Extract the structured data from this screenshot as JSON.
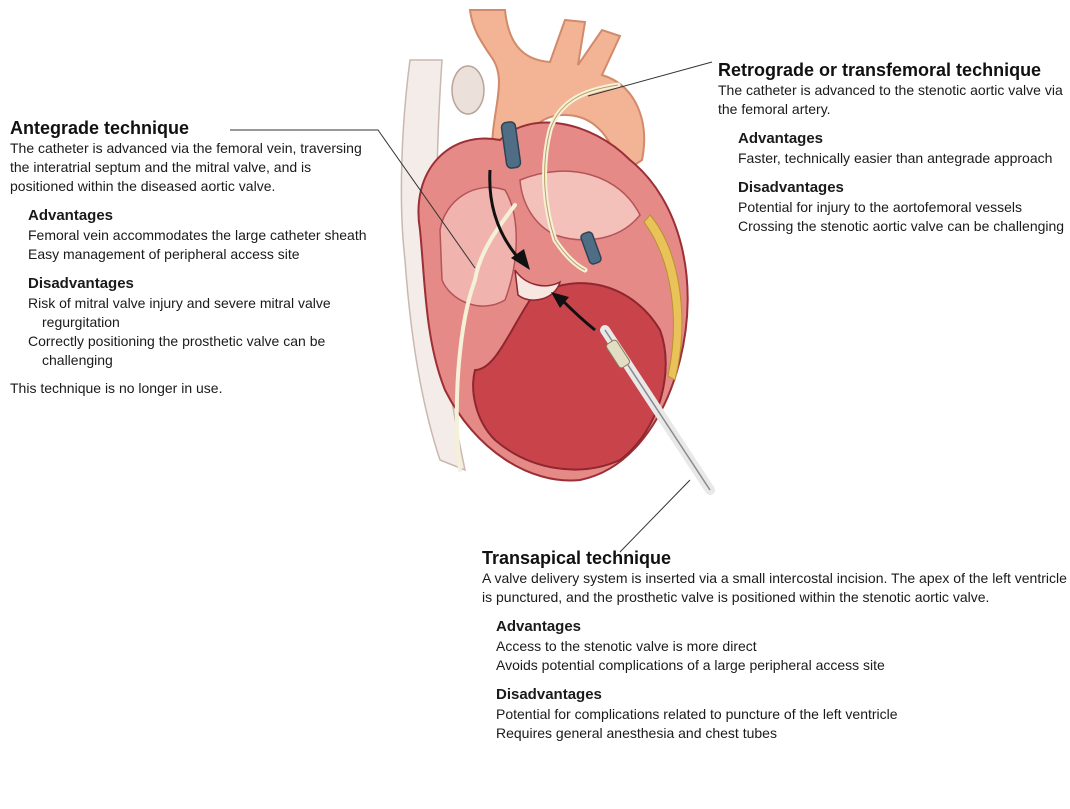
{
  "antegrade": {
    "title": "Antegrade technique",
    "intro": "The catheter is advanced via the femoral vein, traversing the interatrial septum and the mitral valve, and is positioned within the diseased aortic valve.",
    "advantages_heading": "Advantages",
    "advantages": [
      "Femoral vein accommodates the large catheter sheath",
      "Easy management of peripheral access site"
    ],
    "disadvantages_heading": "Disadvantages",
    "disadvantages": [
      "Risk of mitral valve injury and severe mitral valve regurgitation",
      "Correctly positioning the prosthetic valve can be challenging"
    ],
    "note": "This technique is no longer in use."
  },
  "retrograde": {
    "title": "Retrograde or transfemoral technique",
    "intro": "The catheter is advanced to the stenotic aortic valve via the femoral artery.",
    "advantages_heading": "Advantages",
    "advantages": [
      "Faster, technically easier than antegrade approach"
    ],
    "disadvantages_heading": "Disadvantages",
    "disadvantages": [
      "Potential for injury to the aortofemoral vessels",
      "Crossing the stenotic aortic valve can be challenging"
    ]
  },
  "transapical": {
    "title": "Transapical technique",
    "intro": "A valve delivery system is inserted via a small intercostal incision. The apex of the left ventricle is punctured, and the prosthetic valve is positioned within the stenotic aortic valve.",
    "advantages_heading": "Advantages",
    "advantages": [
      "Access to the stenotic valve is more direct",
      "Avoids potential complications of a large peripheral access site"
    ],
    "disadvantages_heading": "Disadvantages",
    "disadvantages": [
      "Potential for complications related to puncture of the left ventricle",
      "Requires general anesthesia and chest tubes"
    ]
  },
  "colors": {
    "myocardium": "#c8444a",
    "myocardium_light": "#e58a86",
    "aorta": "#f2b494",
    "aorta_dark": "#e08a6a",
    "vein": "#f4ece8",
    "fat": "#e9c25a",
    "catheter": "#f5f0d8",
    "text": "#1a1a1a"
  }
}
